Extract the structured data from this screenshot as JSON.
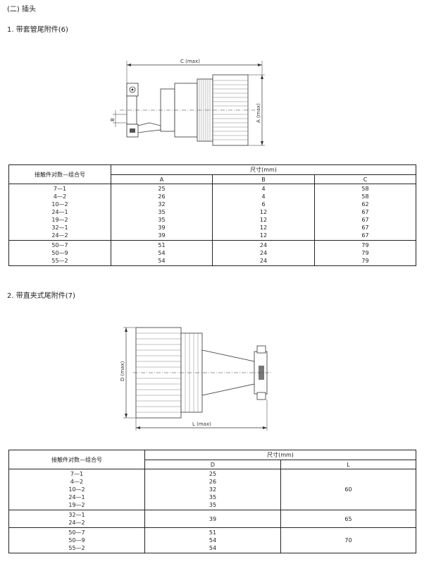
{
  "section_title": "(二) 插头",
  "sub1": {
    "title": "1. 带套管尾附件(6)",
    "drawing": {
      "c_label": "C (max)",
      "a_label": "A (max)",
      "b_label": "B"
    },
    "table": {
      "corner": "接触件对数—组合号",
      "dim_header": "尺寸(mm)",
      "cols": [
        "A",
        "B",
        "C"
      ],
      "groups": [
        {
          "rows": [
            [
              "7—1",
              "25",
              "4",
              "58"
            ],
            [
              "4—2",
              "26",
              "4",
              "58"
            ],
            [
              "10—2",
              "32",
              "6",
              "62"
            ],
            [
              "24—1",
              "35",
              "12",
              "67"
            ],
            [
              "19—2",
              "35",
              "12",
              "67"
            ],
            [
              "32—1",
              "39",
              "12",
              "67"
            ],
            [
              "24—2",
              "39",
              "12",
              "67"
            ]
          ]
        },
        {
          "rows": [
            [
              "50—7",
              "51",
              "24",
              "79"
            ],
            [
              "50—9",
              "54",
              "24",
              "79"
            ],
            [
              "55—2",
              "54",
              "24",
              "79"
            ]
          ]
        }
      ]
    }
  },
  "sub2": {
    "title": "2. 带直夹式尾附件(7)",
    "drawing": {
      "d_label": "D (max)",
      "l_label": "L (max)"
    },
    "table": {
      "corner": "接触件对数—组合号",
      "dim_header": "尺寸(mm)",
      "cols": [
        "D",
        "L"
      ],
      "groups": [
        {
          "names": [
            "7—1",
            "4—2",
            "10—2",
            "24—1",
            "19—2"
          ],
          "d": [
            "25",
            "26",
            "32",
            "35",
            "35"
          ],
          "l": "60"
        },
        {
          "names": [
            "32—1",
            "24—2"
          ],
          "d": [
            "39"
          ],
          "l": "65"
        },
        {
          "names": [
            "50—7",
            "50—9",
            "55—2"
          ],
          "d": [
            "51",
            "54",
            "54"
          ],
          "l": "70"
        }
      ]
    }
  }
}
